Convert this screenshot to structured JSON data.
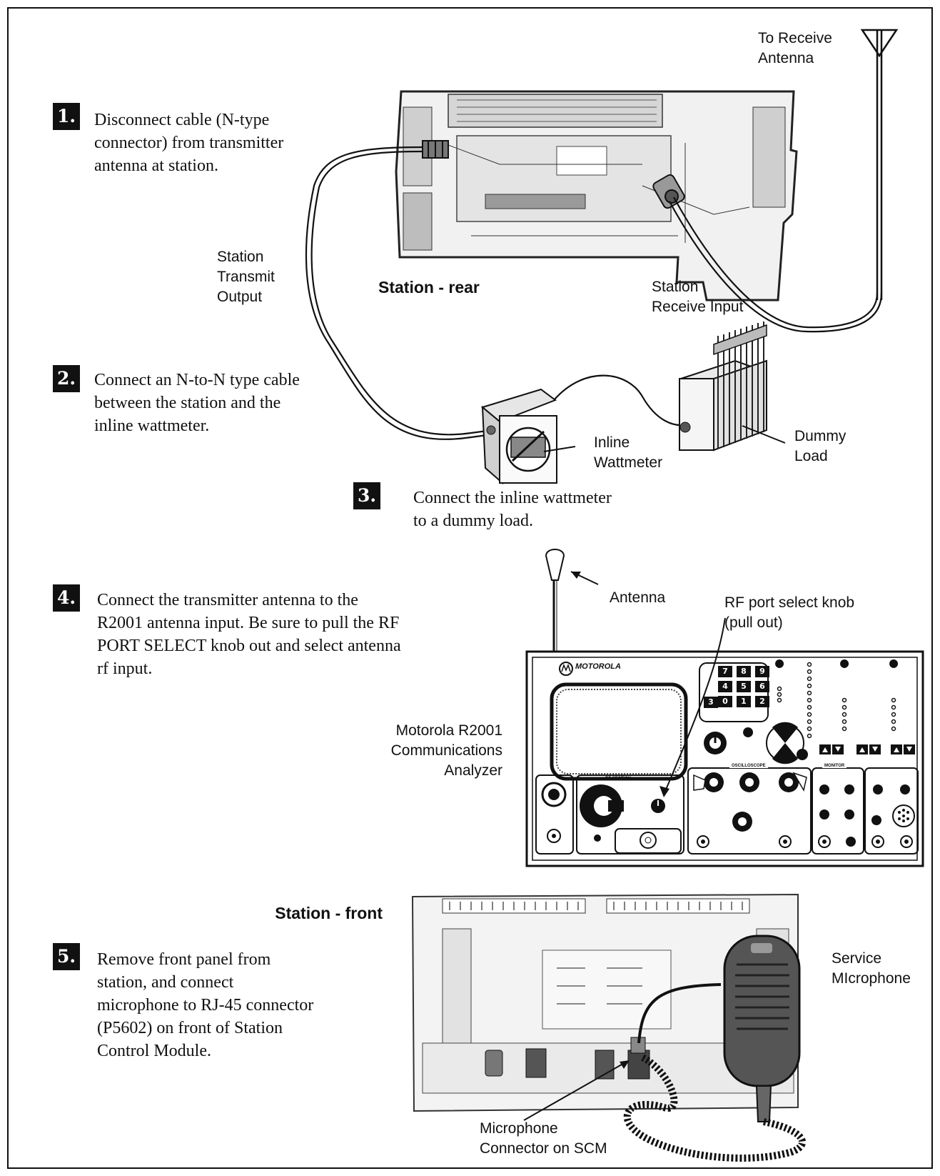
{
  "steps": [
    {
      "number": "1.",
      "text": "Disconnect cable (N-type\nconnector) from transmitter\nantenna at station."
    },
    {
      "number": "2.",
      "text": "Connect an N-to-N type cable\nbetween the station and the\ninline wattmeter."
    },
    {
      "number": "3.",
      "text": "Connect the inline wattmeter\nto a dummy load."
    },
    {
      "number": "4.",
      "text": "Connect the transmitter antenna to the\nR2001 antenna input.  Be sure to pull the RF\nPORT SELECT knob out and select antenna\nrf input."
    },
    {
      "number": "5.",
      "text": "Remove front panel from\nstation, and connect\nmicrophone to RJ-45 connector\n(P5602) on front of Station\nControl Module."
    }
  ],
  "labels": {
    "to_receive_antenna": "To Receive\nAntenna",
    "station_transmit_output": "Station\nTransmit\nOutput",
    "station_rear": "Station - rear",
    "station_receive_input": "Station\nReceive Input",
    "inline_wattmeter": "Inline\nWattmeter",
    "dummy_load": "Dummy\nLoad",
    "antenna": "Antenna",
    "rf_port_select_knob": "RF port select knob\n(pull out)",
    "analyzer_name": "Motorola R2001\nCommunications\nAnalyzer",
    "station_front": "Station - front",
    "service_microphone": "Service\nMIcrophone",
    "microphone_connector": "Microphone\nConnector on SCM"
  },
  "analyzer_panel": {
    "brand": "MOTOROLA",
    "keypad": [
      "7",
      "8",
      "9",
      "4",
      "5",
      "6",
      "0",
      "1",
      "2",
      "3"
    ],
    "section_rf": "RF SECTION",
    "section_oscilloscope": "OSCILLOSCOPE",
    "section_monitor": "MONITOR"
  }
}
